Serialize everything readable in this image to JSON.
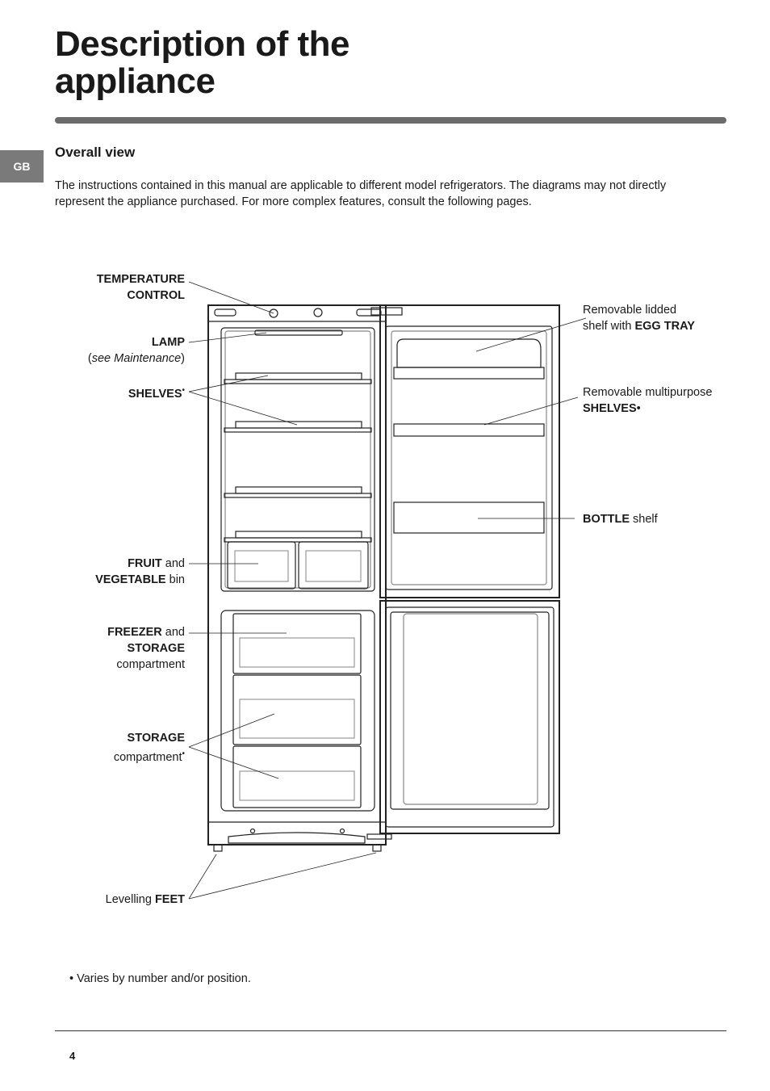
{
  "page": {
    "title_line1": "Description of the",
    "title_line2": "appliance",
    "language_tab": "GB",
    "section_title": "Overall view",
    "intro": "The instructions contained in this manual are applicable to different model refrigerators. The diagrams may not directly represent the appliance purchased. For more complex features, consult the following pages.",
    "footnote": "• Varies by number and/or position.",
    "page_number": "4"
  },
  "labels": {
    "temperature_control": {
      "l1": "TEMPERATURE",
      "l2": "CONTROL"
    },
    "lamp": {
      "l1": "LAMP",
      "l2_open": "(",
      "l2_italic": "see Maintenance",
      "l2_close": ")"
    },
    "shelves": {
      "text": "SHELVES",
      "mark": "•"
    },
    "fruit_veg": {
      "b1": "FRUIT",
      "t1": " and",
      "b2": "VEGETABLE",
      "t2": " bin"
    },
    "freezer_storage": {
      "b1": "FREEZER",
      "t1": " and",
      "b2": "STORAGE",
      "t3": "compartment"
    },
    "storage": {
      "b1": "STORAGE",
      "t1": "compartment",
      "mark": "•"
    },
    "levelling_feet": {
      "t1": "Levelling ",
      "b1": "FEET"
    },
    "egg_tray": {
      "t1": "Removable lidded",
      "t2": "shelf with ",
      "b1": "EGG TRAY"
    },
    "multipurpose_shelves": {
      "t1": "Removable multipurpose",
      "b1": "SHELVES",
      "mark": "•"
    },
    "bottle_shelf": {
      "b1": "BOTTLE",
      "t1": " shelf"
    }
  }
}
